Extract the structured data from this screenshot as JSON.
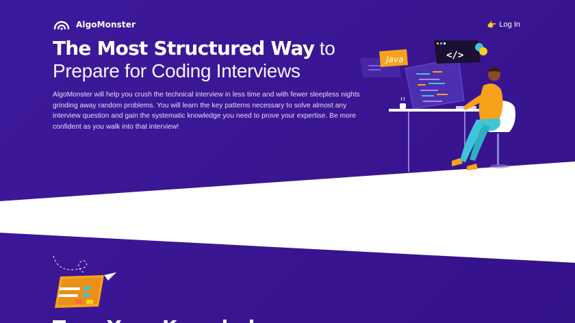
{
  "header": {
    "brand_name": "AlgoMonster",
    "login_icon": "pointing-hand-icon",
    "login_label": "Log In"
  },
  "hero": {
    "headline_bold": "The Most Structured Way",
    "headline_connector": "to",
    "headline_line2": "Prepare for Coding Interviews",
    "description": "AlgoMonster will help you crush the technical interview in less time and with fewer sleepless nights grinding away random problems. You will learn the key patterns necessary to solve almost any interview question and gain the systematic knowledge you need to prove your expertise. Be more confident as you walk into that interview!",
    "illustration": {
      "java_tag": "Java",
      "code_tag": "</>"
    }
  },
  "colors": {
    "background": "#3a1592",
    "accent_orange": "#f7a21b",
    "accent_teal": "#3ec6d8",
    "white": "#ffffff"
  },
  "section2": {
    "heading": "Turn Your Knowledge"
  }
}
